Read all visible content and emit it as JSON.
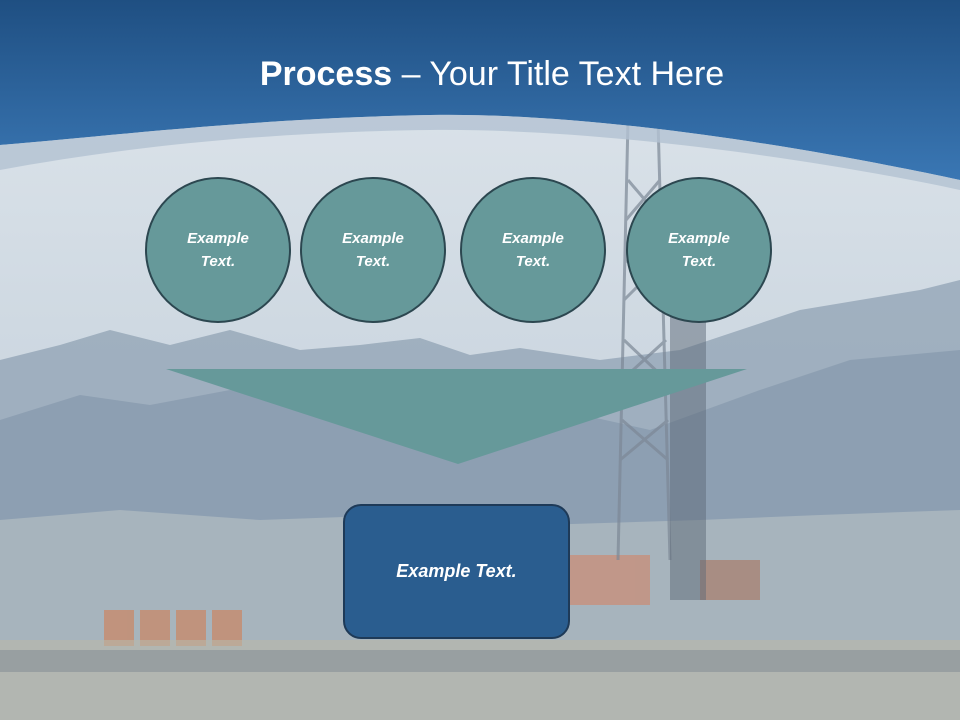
{
  "slide": {
    "title_bold": "Process",
    "title_rest": " – Your Title Text Here",
    "steps": [
      {
        "label": "Example Text."
      },
      {
        "label": "Example Text."
      },
      {
        "label": "Example Text."
      },
      {
        "label": "Example Text."
      }
    ],
    "result_label": "Example Text."
  },
  "colors": {
    "header_blue": "#2a67a6",
    "circle_fill": "#66999a",
    "circle_border": "#2c4750",
    "result_fill": "#2a5d8f"
  }
}
